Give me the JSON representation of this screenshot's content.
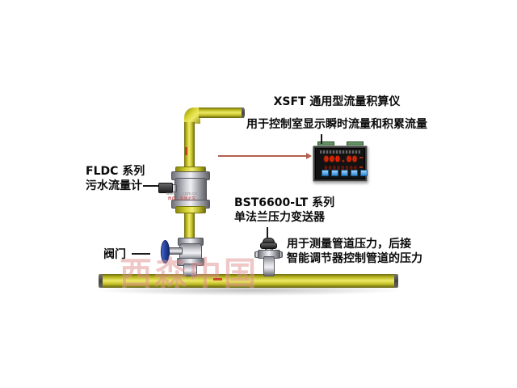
{
  "annotations": {
    "totalizer": {
      "title": "XSFT 通用型流量积算仪",
      "desc": "用于控制室显示瞬时流量和积累流量"
    },
    "flowmeter": {
      "line1": "FLDC 系列",
      "line2": "污水流量计"
    },
    "valve": {
      "label": "阀门"
    },
    "transmitter": {
      "line1": "BST6600-LT 系列",
      "line2": "单法兰压力变送器",
      "desc1": "用于测量管道压力，后接",
      "desc2": "智能调节器控制管道的压力"
    }
  },
  "display": {
    "row1": "000.00",
    "row2": "00000000",
    "button_count": 5
  },
  "watermark": {
    "center": "西森中国",
    "small_line1": "www.….com.cn",
    "small_line2": "西森…盗版必究"
  },
  "colors": {
    "pipe_yellow": "#d8d52f",
    "valve_blue": "#1d3f9e",
    "arrow_red": "#b2604e",
    "digit_red": "#ff2200",
    "button_blue": "#2f8ad0",
    "terminal_green": "#3f6e3f",
    "watermark_pink": "#e09090"
  }
}
